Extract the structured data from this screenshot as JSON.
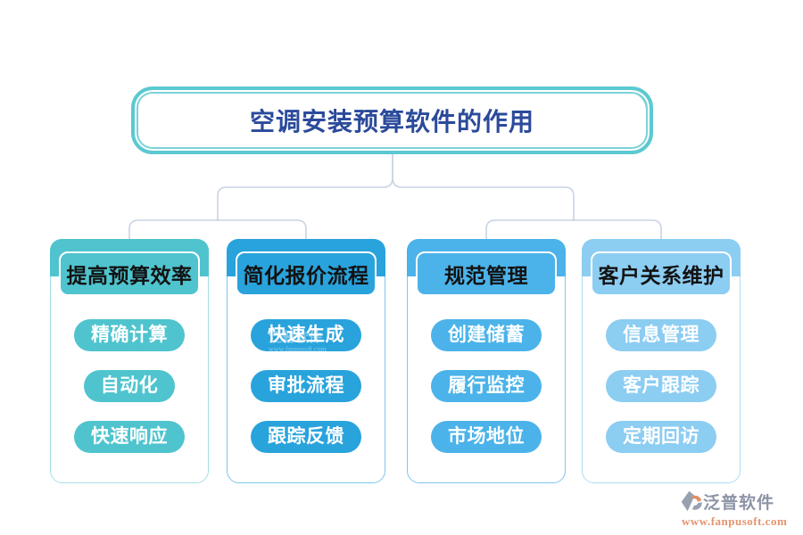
{
  "title": {
    "text": "空调安装预算软件的作用",
    "text_color": "#2B4A9B",
    "border_color": "#5BC9D1"
  },
  "connector_color": "#C9D3E4",
  "branches": [
    {
      "label": "提高预算效率",
      "color": "#4FC4CE",
      "border": "#A5DFE4",
      "items": [
        "精确计算",
        "自动化",
        "快速响应"
      ]
    },
    {
      "label": "简化报价流程",
      "color": "#29A3DC",
      "border": "#79C7EC",
      "items": [
        "快速生成",
        "审批流程",
        "跟踪反馈"
      ]
    },
    {
      "label": "规范管理",
      "color": "#4BB3E9",
      "border": "#7CC7EF",
      "items": [
        "创建储蓄",
        "履行监控",
        "市场地位"
      ]
    },
    {
      "label": "客户关系维护",
      "color": "#8CCDF2",
      "border": "#AFDCF6",
      "items": [
        "信息管理",
        "客户跟踪",
        "定期回访"
      ]
    }
  ],
  "watermark": {
    "brand": "泛普软件",
    "url": "www.fanpusoft.com",
    "brand_color": "#8D94A6",
    "url_color": "#E5936E"
  }
}
